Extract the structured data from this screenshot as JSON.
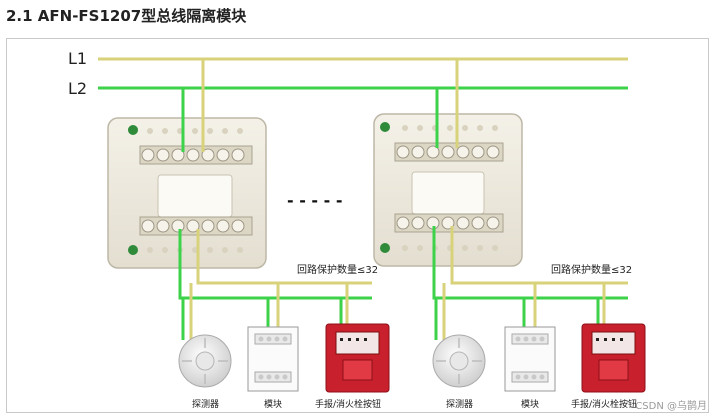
{
  "title": "2.1 AFN-FS1207型总线隔离模块",
  "bus_lines": {
    "l1": "L1",
    "l2": "L2"
  },
  "ellipsis": "- - - - -",
  "group_left": {
    "protect_note": "回路保护数量≤32",
    "devices": [
      "探测器",
      "模块",
      "手报/消火栓按钮"
    ]
  },
  "group_right": {
    "protect_note": "回路保护数量≤32",
    "devices": [
      "探测器",
      "模块",
      "手报/消火栓按钮"
    ]
  },
  "watermark": "CSDN @乌鹊月",
  "colors": {
    "l1": "#d8d27a",
    "l2": "#3cd24a",
    "button_red": "#c8202c"
  }
}
